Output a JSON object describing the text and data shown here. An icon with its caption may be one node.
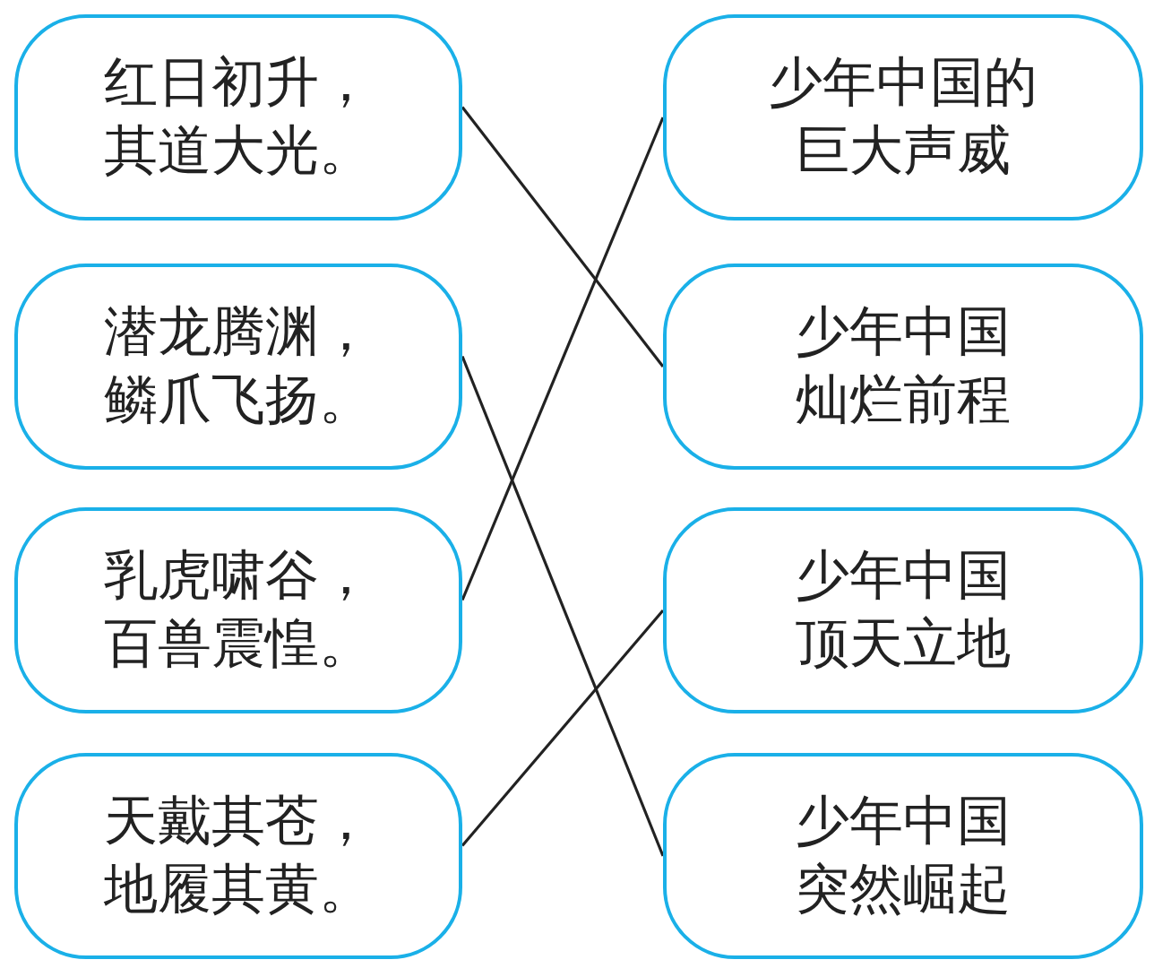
{
  "diagram": {
    "nodes": [
      {
        "text": [
          "红日初升，其道大光。"
        ]
      },
      {
        "text": [
          "潜龙腾渊，鳞爪飞扬。"
        ]
      },
      {
        "text": [
          "乳虎啸谷，百兽震惶。"
        ]
      },
      {
        "text": [
          "天戴其苍，地履其黄。"
        ]
      },
      {
        "text": [
          "少年中国的巨大声威"
        ]
      },
      {
        "text": [
          "少年中国灿烂前程"
        ]
      },
      {
        "text": [
          "少年中国顶天立地"
        ]
      },
      {
        "text": [
          "少年中国突然崛起"
        ]
      }
    ],
    "edges": [
      {
        "from": 0,
        "to": 5,
        "arrow": "none"
      },
      {
        "from": 1,
        "to": 7,
        "arrow": "none"
      },
      {
        "from": 2,
        "to": 4,
        "arrow": "none"
      },
      {
        "from": 3,
        "to": 6,
        "arrow": "none"
      }
    ]
  }
}
